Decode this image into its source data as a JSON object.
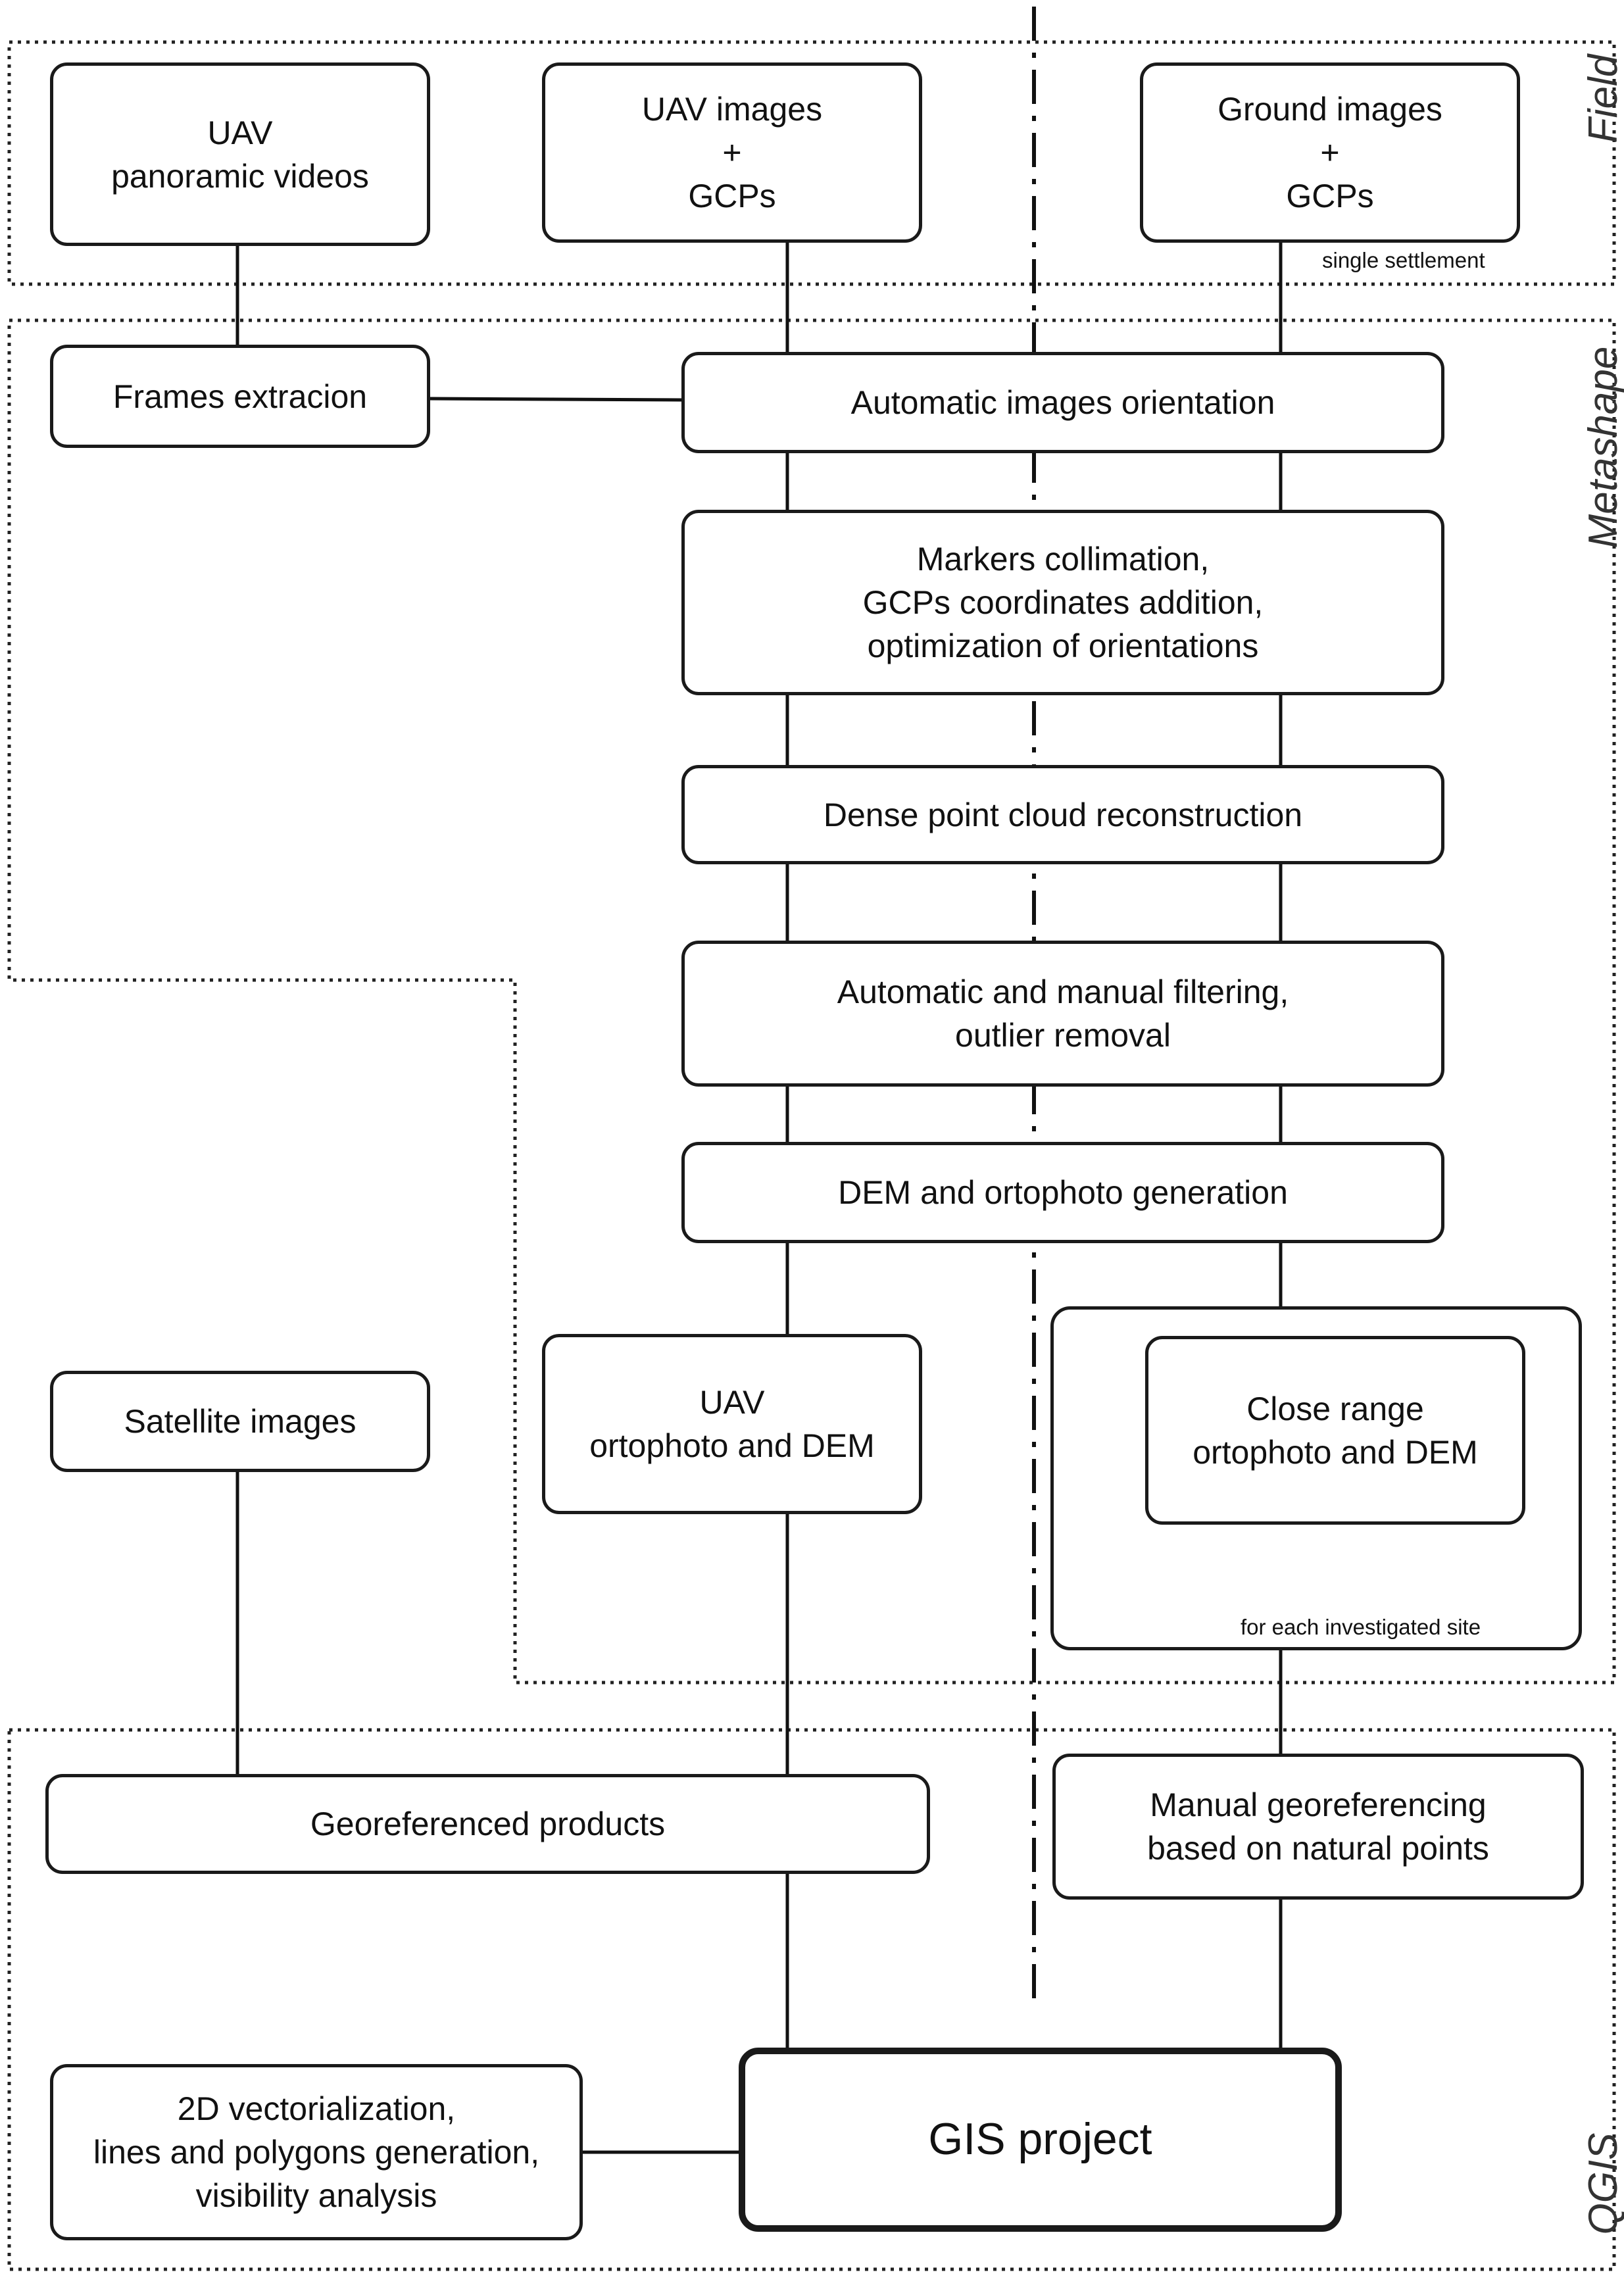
{
  "zones": {
    "field": "Field",
    "metashape": "Metashape",
    "qgis": "QGIS"
  },
  "nodes": {
    "uav_videos": "UAV\npanoramic videos",
    "uav_images": "UAV images\n+\nGCPs",
    "ground_images": "Ground images\n+\nGCPs",
    "frames": "Frames extracion",
    "orientation": "Automatic images orientation",
    "markers": "Markers collimation,\nGCPs coordinates addition,\noptimization of orientations",
    "dense": "Dense point cloud reconstruction",
    "filtering": "Automatic and manual filtering,\noutlier removal",
    "dem": "DEM and ortophoto generation",
    "uav_ortho": "UAV\nortophoto and DEM",
    "close_range": "Close range\nortophoto and DEM",
    "satellite": "Satellite images",
    "georef": "Georeferenced products",
    "manual_georef": "Manual georeferencing\nbased on natural points",
    "gis": "GIS project",
    "vector": "2D vectorialization,\nlines and polygons generation,\nvisibility analysis"
  },
  "notes": {
    "single_settlement": "single settlement",
    "each_site": "for each investigated site"
  }
}
